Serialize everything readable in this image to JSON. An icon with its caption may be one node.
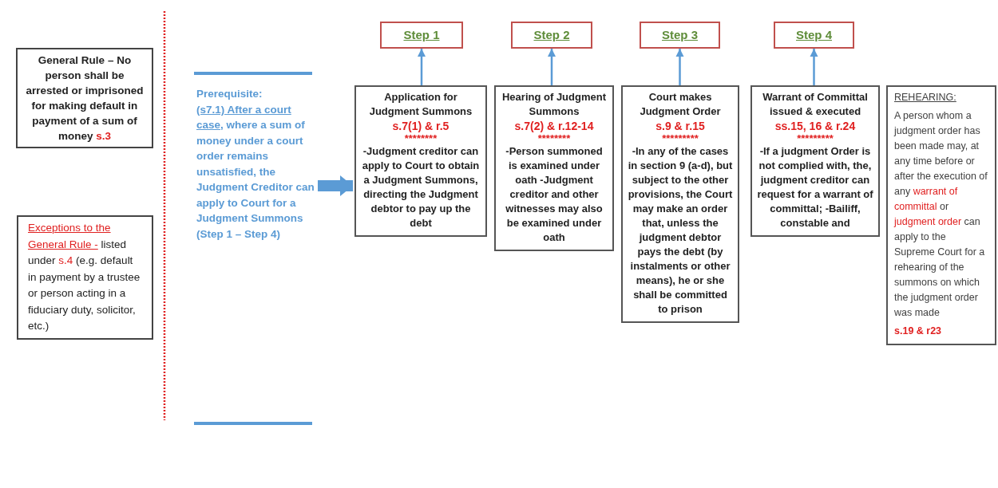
{
  "diagram": {
    "nodes": [
      {
        "text": [
          "General Rule – No person shall be arrested or imprisoned for making default in payment of a sum of money",
          "s.3"
        ]
      },
      {
        "text": [
          "Exceptions to the General Rule -",
          "listed under",
          "s.4",
          "(e.g. default in payment by a trustee or person acting in a fiduciary duty, solicitor, etc.)"
        ]
      },
      {
        "text": [
          "Prerequisite:",
          "(s7.1) After a court case",
          ", where a sum of money under a court order remains unsatisfied, the Judgment Creditor can apply to Court for a Judgment Summons (Step 1 – Step 4)"
        ]
      },
      {
        "text": [
          "Step 1"
        ]
      },
      {
        "text": [
          "Application for Judgment Summons",
          "s.7(1) & r.5",
          "********",
          "-Judgment creditor can apply to Court to obtain a Judgment Summons, directing the Judgment debtor to pay up the debt"
        ]
      },
      {
        "text": [
          "Step 2"
        ]
      },
      {
        "text": [
          "Hearing of Judgment Summons",
          "s.7(2) & r.12-14",
          "********",
          "-Person summoned is examined under oath -Judgment creditor and other witnesses may also be examined under oath"
        ]
      },
      {
        "text": [
          "Step 3"
        ]
      },
      {
        "text": [
          "Court makes Judgment Order",
          "s.9 & r.15",
          "*********",
          "-In any of the cases in section 9 (a-d), but subject to the other provisions, the Court may make an order that, unless the judgment debtor pays the debt (by instalments or other means), he or she shall be committed to prison"
        ]
      },
      {
        "text": [
          "Step 4"
        ]
      },
      {
        "text": [
          "Warrant of Committal issued & executed",
          "ss.15, 16 & r.24",
          "*********",
          "**-If a** judgment Order is not complied with, the, judgment creditor can request for a warrant of committal; -Bailiff, constable and"
        ]
      },
      {
        "text": [
          "REHEARING:",
          "A person whom a judgment order has been made may, at any time before or after the execution of any",
          "warrant of committal",
          "or",
          "judgment order",
          "can apply to the Supreme Court for a rehearing of the summons on which the judgment order was made",
          "s.19 & r23"
        ]
      }
    ],
    "edges": [
      {
        "from": 2,
        "to": 4,
        "arrow": "to",
        "style": "thick"
      },
      {
        "from": 4,
        "to": 3,
        "arrow": "to"
      },
      {
        "from": 6,
        "to": 5,
        "arrow": "to"
      },
      {
        "from": 8,
        "to": 7,
        "arrow": "to"
      },
      {
        "from": 10,
        "to": 9,
        "arrow": "to"
      }
    ]
  }
}
